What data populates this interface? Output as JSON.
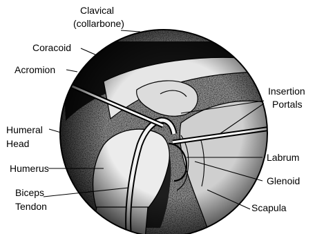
{
  "diagram": {
    "labels": {
      "clavical_line1": "Clavical",
      "clavical_line2": "(collarbone)",
      "coracoid": "Coracoid",
      "acromion": "Acromion",
      "humeral_head_line1": "Humeral",
      "humeral_head_line2": "Head",
      "humerus": "Humerus",
      "biceps_line1": "Biceps",
      "biceps_line2": "Tendon",
      "insertion_line1": "Insertion",
      "insertion_line2": "Portals",
      "labrum": "Labrum",
      "glenoid": "Glenoid",
      "scapula": "Scapula"
    },
    "colors": {
      "ink": "#000000",
      "paper": "#ffffff",
      "shade": "#555555"
    }
  }
}
